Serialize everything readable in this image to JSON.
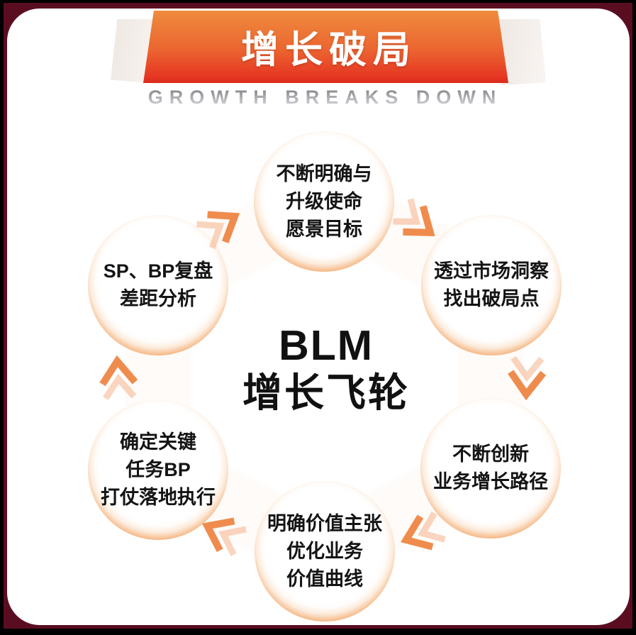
{
  "page": {
    "frame_color": "#5a0d21",
    "border_color": "#000000",
    "card_color": "#ffffff",
    "accent_orange": "#ee8038"
  },
  "header": {
    "title": "增长破局",
    "subtitle": "GROWTH BREAKS DOWN",
    "banner_gradient_top": "#ef8c3e",
    "banner_gradient_bottom": "#da2b1c"
  },
  "flywheel": {
    "center": {
      "line1": "BLM",
      "line2": "增长飞轮"
    },
    "nodes": [
      {
        "id": "mission",
        "lines": [
          "不断明确与",
          "升级使命",
          "愿景目标"
        ]
      },
      {
        "id": "insight",
        "lines": [
          "透过市场洞察",
          "找出破局点"
        ]
      },
      {
        "id": "innovation",
        "lines": [
          "不断创新",
          "业务增长路径"
        ]
      },
      {
        "id": "value",
        "lines": [
          "明确价值主张",
          "优化业务",
          "价值曲线"
        ]
      },
      {
        "id": "tasks",
        "lines": [
          "确定关键",
          "任务BP",
          "打仗落地执行"
        ]
      },
      {
        "id": "review",
        "lines": [
          "SP、BP复盘",
          "差距分析"
        ]
      }
    ]
  }
}
